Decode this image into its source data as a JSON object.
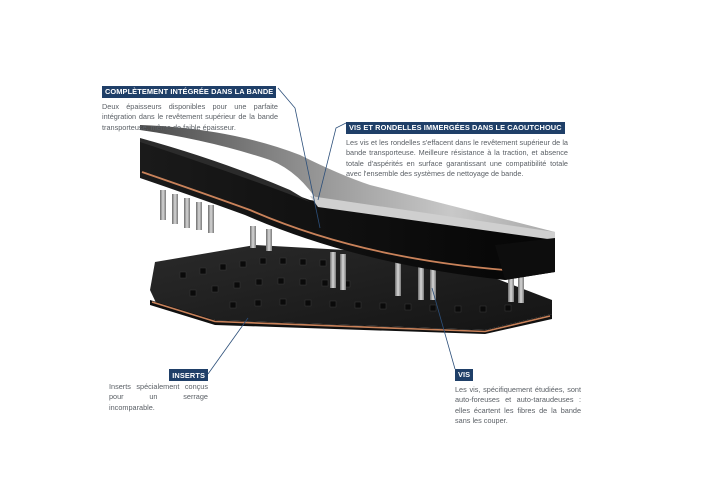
{
  "callouts": {
    "integrated": {
      "title": "COMPLÈTEMENT INTÉGRÉE DANS LA BANDE",
      "body": "Deux épaisseurs disponibles pour une parfaite intégration dans le revêtement supérieur de la bande transporteuse, même de faible épaisseur."
    },
    "screws_immersed": {
      "title": "VIS ET RONDELLES IMMERGÉES DANS LE CAOUTCHOUC",
      "body": "Les vis et les rondelles s'effacent dans le revêtement supérieur de la bande transporteuse. Meilleure résistance à la traction, et absence totale d'aspérités en surface garantissant une compatibilité totale avec l'ensemble des systèmes de nettoyage de bande."
    },
    "inserts": {
      "title": "INSERTS",
      "body": "Inserts spécialement conçus pour un serrage incomparable."
    },
    "screws": {
      "title": "VIS",
      "body": "Les vis, spécifiquement étudiées, sont auto-foreuses et auto-taraudeuses : elles écartent les fibres de la bande sans les couper."
    }
  },
  "colors": {
    "title_bg": "#1f3f68",
    "leader_line": "#2c4f7a",
    "belt_core": "#c9825a"
  }
}
